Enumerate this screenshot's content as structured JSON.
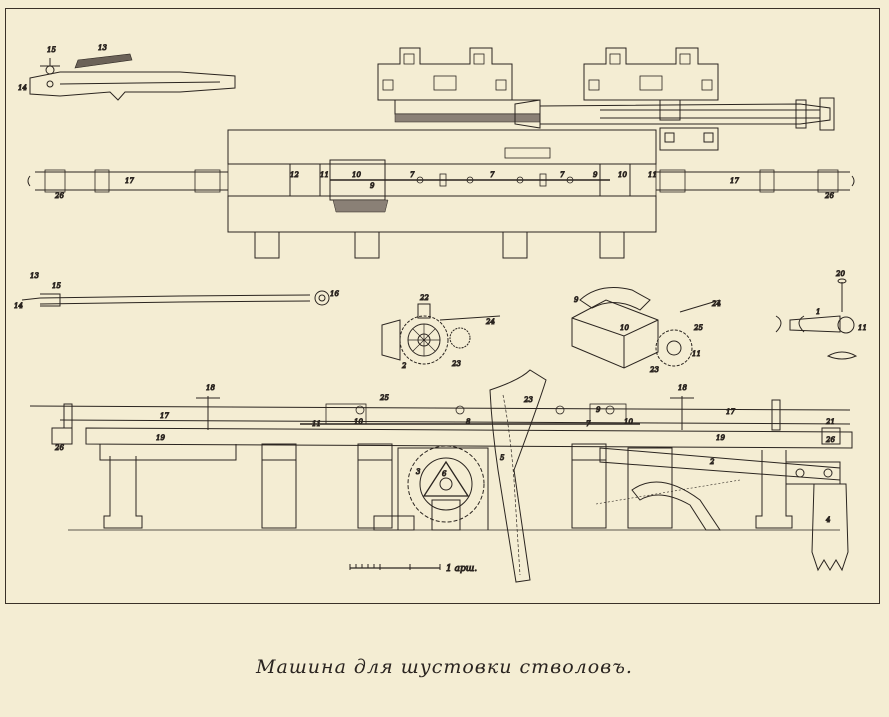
{
  "caption": "Машина для шустовки стволовъ.",
  "scale_label": "1 арш.",
  "part_numbers": {
    "detail_top_left": [
      "15",
      "13",
      "14"
    ],
    "plan_view": [
      "17",
      "12",
      "11",
      "10",
      "9",
      "7",
      "7",
      "7",
      "9",
      "10",
      "11",
      "17",
      "26",
      "26"
    ],
    "rod_detail": [
      "13",
      "15",
      "14",
      "16"
    ],
    "gear_detail": [
      "22",
      "24",
      "2",
      "23"
    ],
    "carriage_detail": [
      "9",
      "24",
      "10",
      "25",
      "11",
      "23"
    ],
    "clamp_detail": [
      "20",
      "1",
      "11"
    ],
    "elevation": [
      "18",
      "17",
      "19",
      "26",
      "25",
      "11",
      "10",
      "8",
      "23",
      "7",
      "9",
      "10",
      "18",
      "17",
      "19",
      "21",
      "26",
      "2",
      "4",
      "3",
      "5",
      "6"
    ]
  },
  "colors": {
    "paper": "#f4edd3",
    "ink": "#2b2520"
  }
}
